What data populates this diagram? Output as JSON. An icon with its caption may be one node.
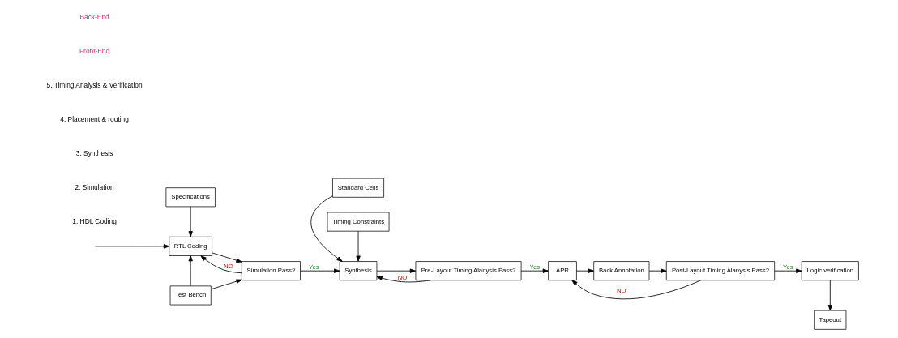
{
  "diagram": {
    "nodes": [
      {
        "text": [
          "Specifications"
        ]
      },
      {
        "text": [
          "RTL Coding"
        ]
      },
      {
        "text": [
          "Test Bench"
        ]
      },
      {
        "text": [
          "Simulation Pass?"
        ]
      },
      {
        "text": [
          "Standard Cells"
        ]
      },
      {
        "text": [
          "Synthesis"
        ]
      },
      {
        "text": [
          "Timing Constraints"
        ]
      },
      {
        "text": [
          "Pre-Layout Timing Alanysis Pass?"
        ]
      },
      {
        "text": [
          "APR"
        ]
      },
      {
        "text": [
          "Back Annotation"
        ]
      },
      {
        "text": [
          "Post-Layout Timing Alanysis Pass?"
        ]
      },
      {
        "text": [
          "Logic verification"
        ]
      },
      {
        "text": [
          "Tapeout"
        ]
      }
    ],
    "edges": [
      {
        "from": null,
        "to": 1,
        "arrow": "to"
      },
      {
        "from": 0,
        "to": 1,
        "arrow": "to"
      },
      {
        "from": 1,
        "to": 3,
        "arrow": "to"
      },
      {
        "from": 2,
        "to": 3,
        "arrow": "to"
      },
      {
        "from": 2,
        "to": 1,
        "arrow": "to"
      },
      {
        "from": 3,
        "to": 5,
        "arrow": "to",
        "label": "Yes"
      },
      {
        "from": 3,
        "to": 1,
        "arrow": "to",
        "label": "NO"
      },
      {
        "from": 4,
        "to": 5,
        "arrow": "to"
      },
      {
        "from": 6,
        "to": 5,
        "arrow": "to"
      },
      {
        "from": 5,
        "to": 7,
        "arrow": "to"
      },
      {
        "from": 7,
        "to": 8,
        "arrow": "to",
        "label": "Yes"
      },
      {
        "from": 7,
        "to": 5,
        "arrow": "to",
        "label": "NO"
      },
      {
        "from": 8,
        "to": 9,
        "arrow": "to"
      },
      {
        "from": 9,
        "to": 10,
        "arrow": "to"
      },
      {
        "from": 10,
        "to": 11,
        "arrow": "to",
        "label": "Yes"
      },
      {
        "from": 10,
        "to": 8,
        "arrow": "to",
        "label": "NO"
      },
      {
        "from": 11,
        "to": 12,
        "arrow": "to"
      }
    ],
    "labels": [
      "1. HDL Coding",
      "2. Simulation",
      "3. Synthesis",
      "4. Placement & routing",
      "5. Timing Analysis & Verification",
      "Front-End",
      "Back-End"
    ]
  }
}
